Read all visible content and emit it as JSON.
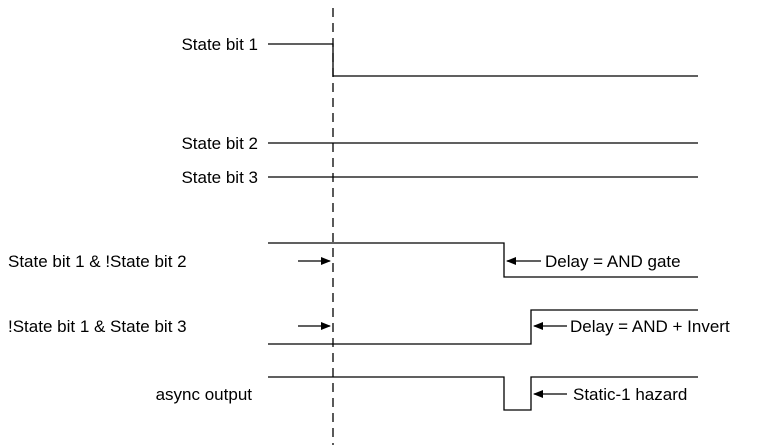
{
  "signals": {
    "state_bit_1": "State bit 1",
    "state_bit_2": "State bit 2",
    "state_bit_3": "State bit 3",
    "s1_and_not_s2": "State bit 1 & !State bit 2",
    "not_s1_and_s3": "!State bit 1 & State bit 3",
    "async_output": "async output"
  },
  "annotations": {
    "delay_and": "Delay = AND gate",
    "delay_and_invert": "Delay = AND + Invert",
    "static_hazard": "Static-1 hazard"
  }
}
